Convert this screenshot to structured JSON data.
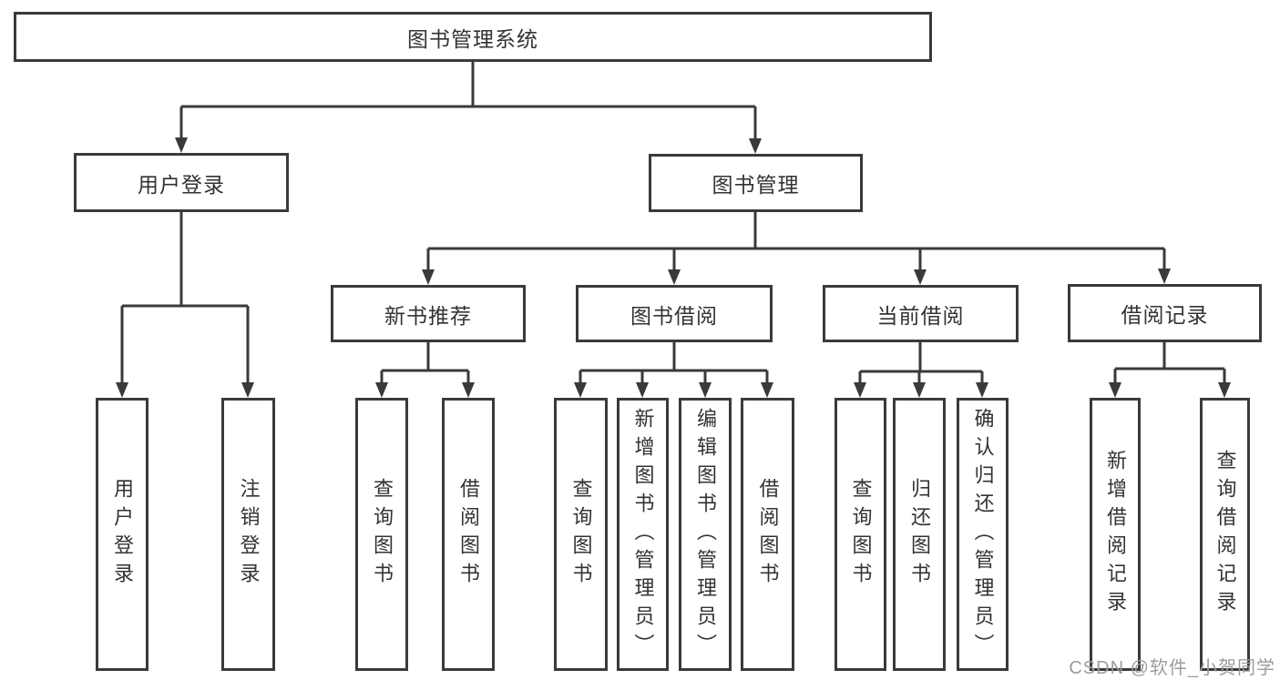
{
  "diagram": {
    "root": {
      "label": "图书管理系统"
    },
    "level2": {
      "user_login": {
        "label": "用户登录"
      },
      "book_management": {
        "label": "图书管理"
      }
    },
    "level3": {
      "new_book_recommend": {
        "label": "新书推荐"
      },
      "book_borrow": {
        "label": "图书借阅"
      },
      "current_borrow": {
        "label": "当前借阅"
      },
      "borrow_records": {
        "label": "借阅记录"
      }
    },
    "leaves": {
      "user_login_leaf": {
        "label": "用户登录"
      },
      "logout": {
        "label": "注销登录"
      },
      "query_book_recommend": {
        "label": "查询图书"
      },
      "borrow_book_recommend": {
        "label": "借阅图书"
      },
      "query_book_borrow": {
        "label": "查询图书"
      },
      "add_book_admin": {
        "label": "新增图书（管理员）"
      },
      "edit_book_admin": {
        "label": "编辑图书（管理员）"
      },
      "borrow_book_leaf": {
        "label": "借阅图书"
      },
      "query_book_current": {
        "label": "查询图书"
      },
      "return_book": {
        "label": "归还图书"
      },
      "confirm_return_admin": {
        "label": "确认归还（管理员）"
      },
      "add_borrow_record": {
        "label": "新增借阅记录"
      },
      "query_borrow_record": {
        "label": "查询借阅记录"
      }
    }
  },
  "watermark": {
    "text": "CSDN @软件_小贺同学"
  },
  "colors": {
    "line": "#3a3a3a",
    "text": "#333333",
    "background": "#ffffff",
    "watermark": "#9c9c9c"
  }
}
